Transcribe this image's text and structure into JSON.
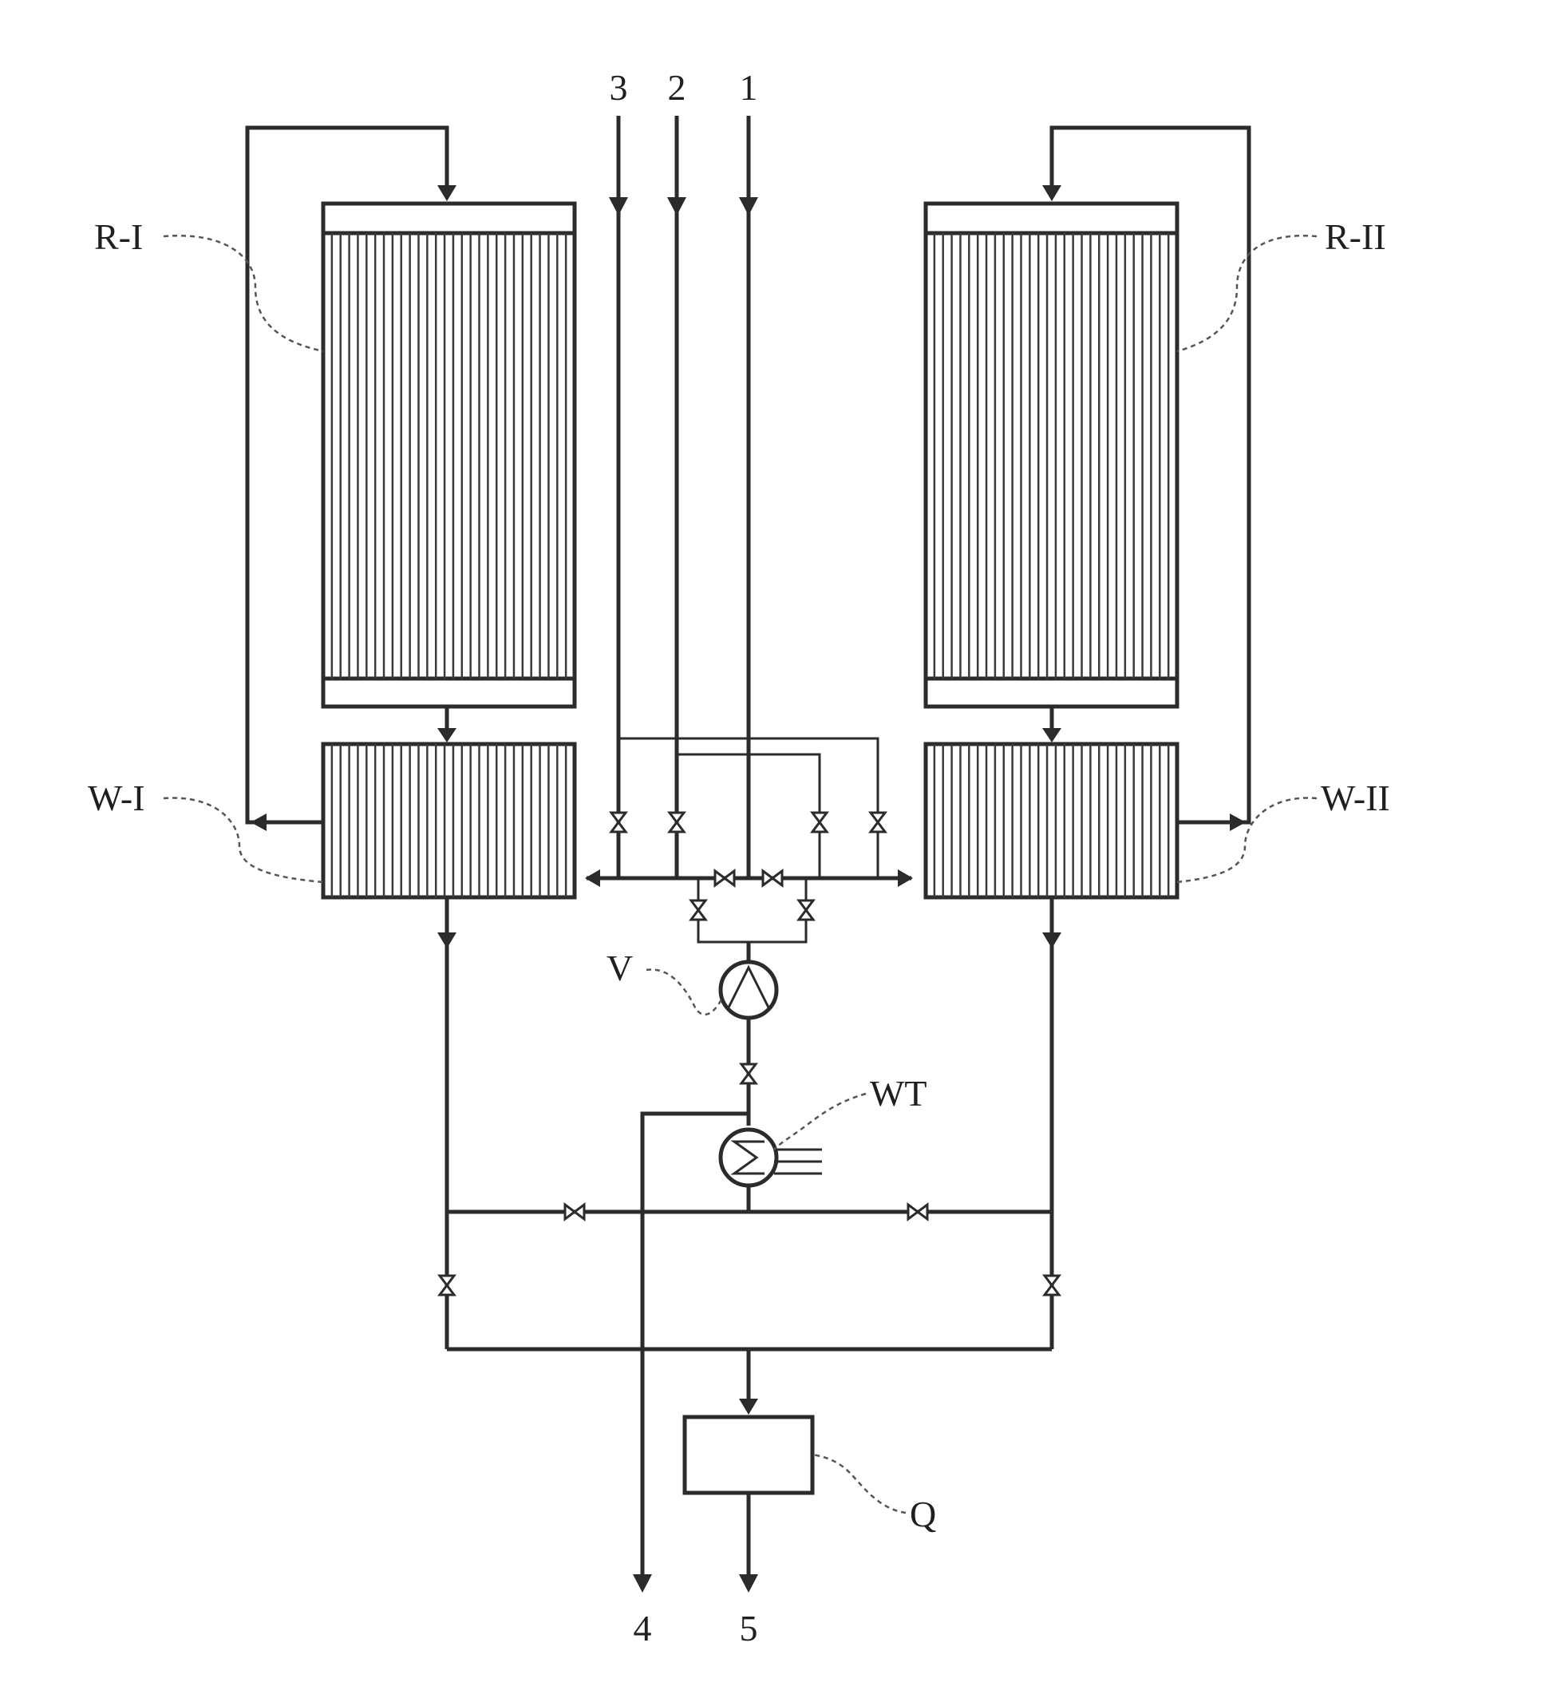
{
  "diagram": {
    "streams": {
      "in_1": "1",
      "in_2": "2",
      "in_3": "3",
      "out_4": "4",
      "out_5": "5"
    },
    "components": {
      "reactor_left": "R-I",
      "reactor_right": "R-II",
      "exchanger_left": "W-I",
      "exchanger_right": "W-II",
      "compressor": "V",
      "heat_exchanger": "WT",
      "separator": "Q"
    }
  }
}
